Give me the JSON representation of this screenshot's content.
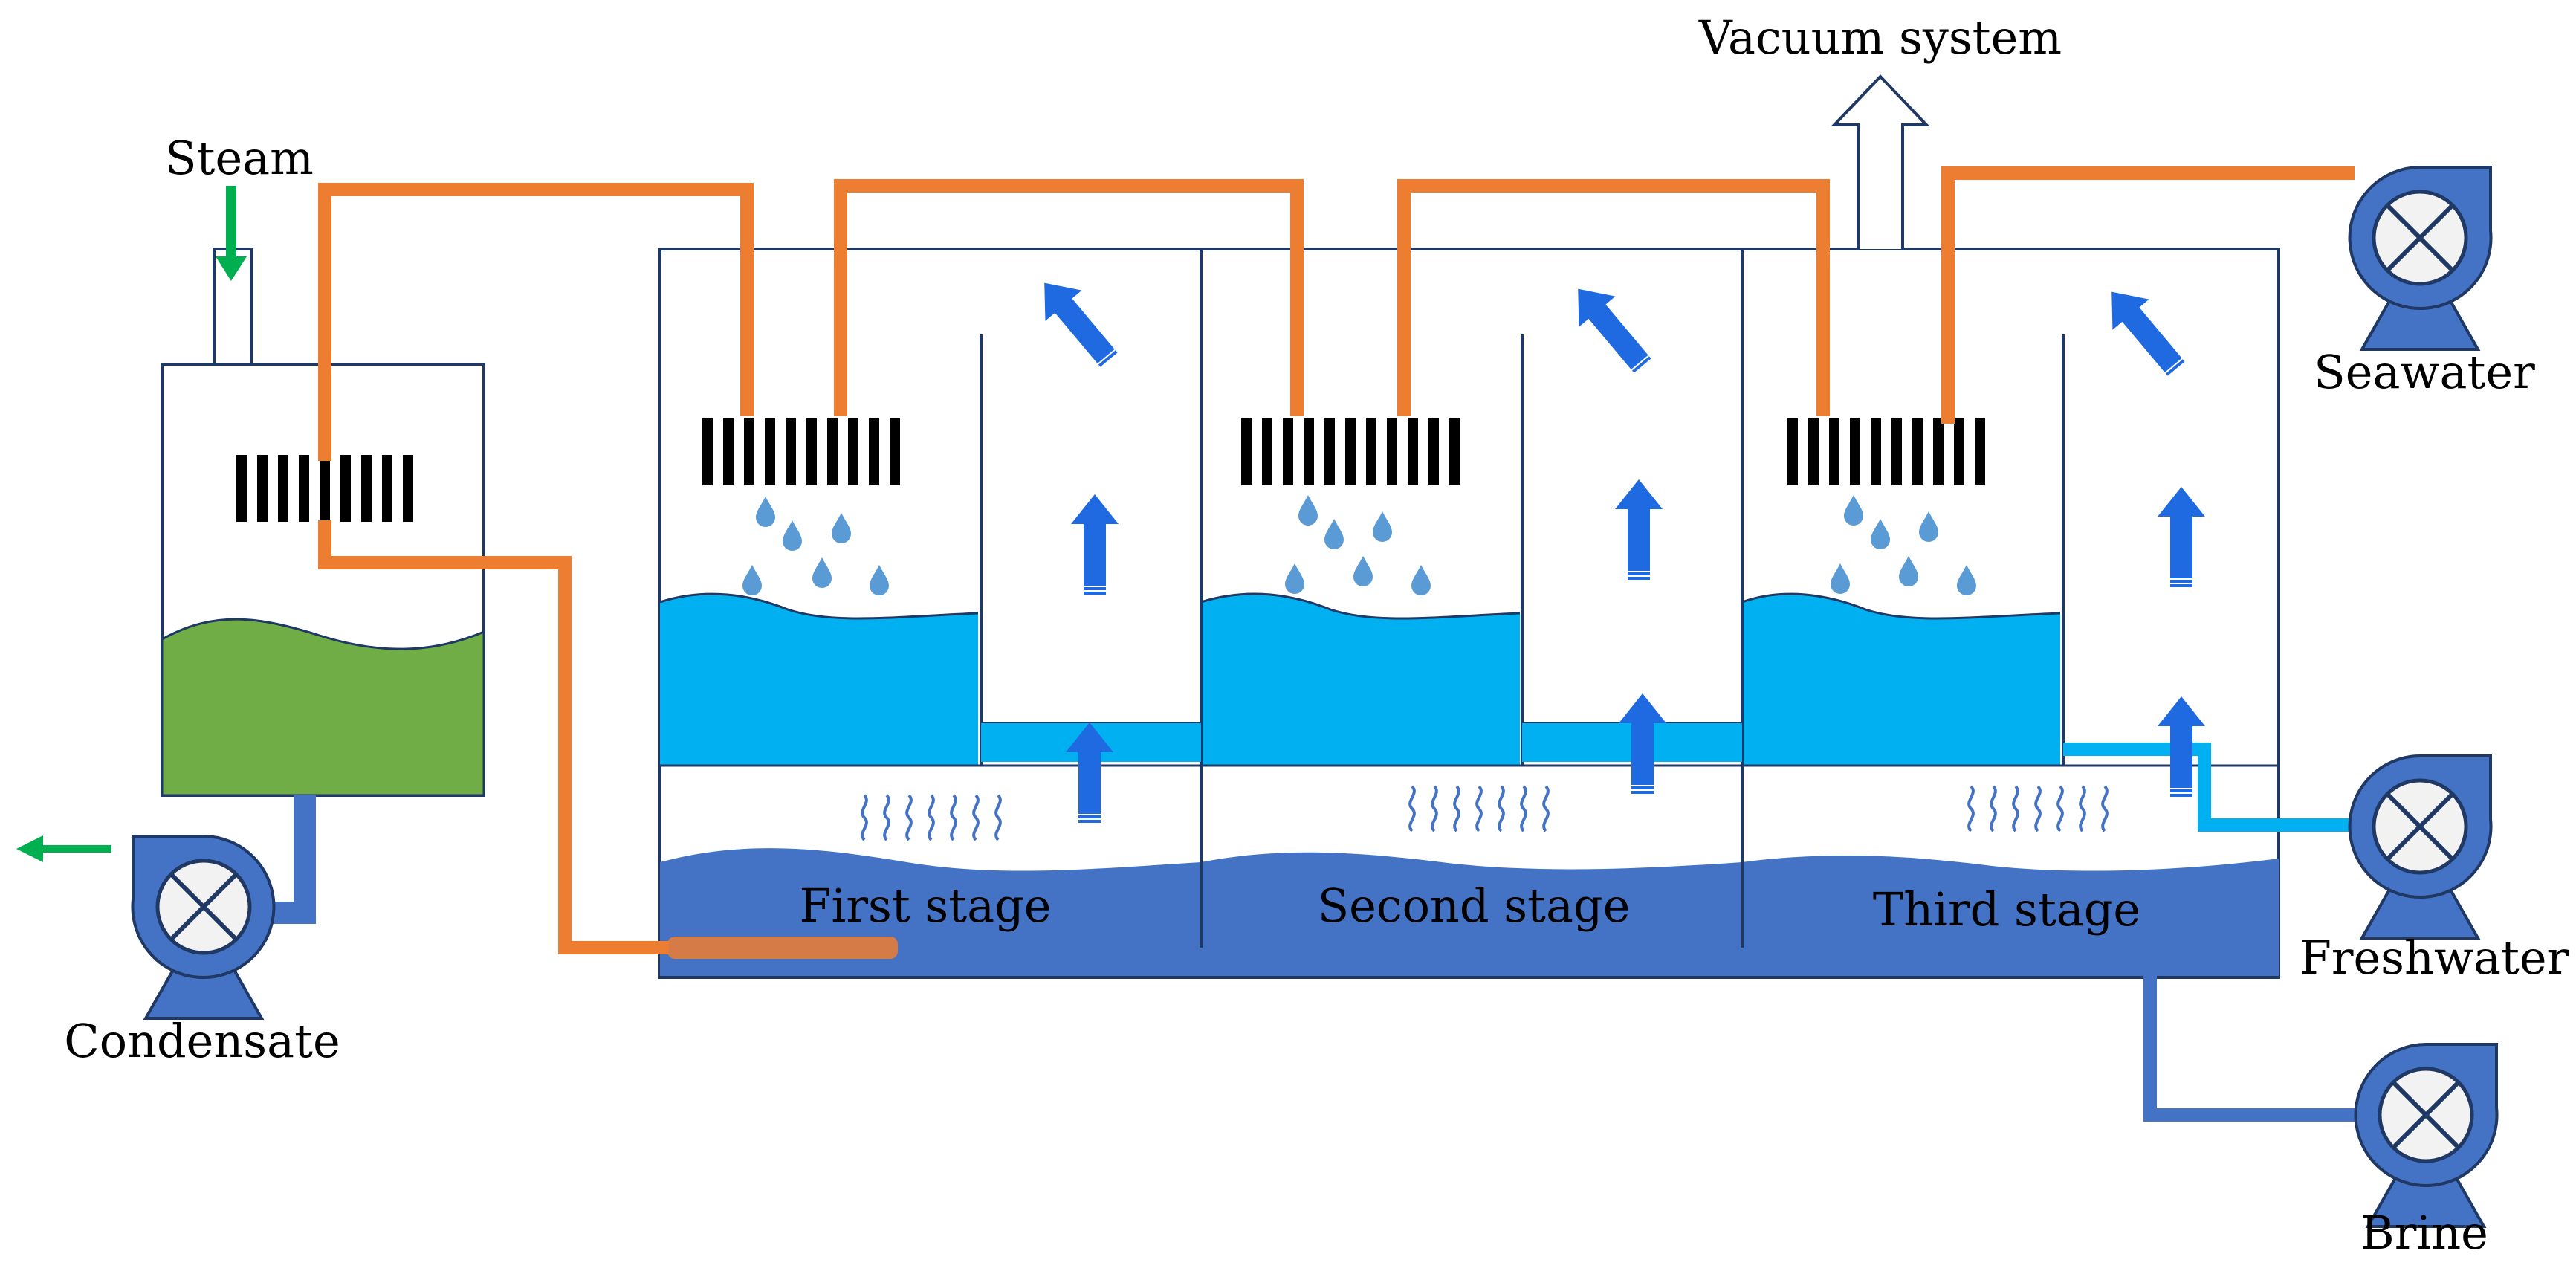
{
  "labels": {
    "vacuum_system": "Vacuum system",
    "steam": "Steam",
    "seawater": "Seawater",
    "freshwater": "Freshwater",
    "condensate": "Condensate",
    "brine": "Brine"
  },
  "stages": [
    {
      "label": "First stage"
    },
    {
      "label": "Second stage"
    },
    {
      "label": "Third stage"
    }
  ],
  "colors": {
    "heating_pipe": "#ED7D31",
    "seawater_light": "#00B0F0",
    "brine_dark": "#4472C4",
    "condensate_green": "#70AD47",
    "vapor_arrow": "#1F6AE0",
    "steam_arrow": "#00B050",
    "pump_body": "#4472C4",
    "pump_disc": "#F2F2F2",
    "outline": "#1F3864",
    "tube_bundle": "#000000"
  },
  "icons": [
    "pump-icon",
    "steam-arrow-icon",
    "vapor-arrow-icon",
    "droplet-icon",
    "heat-wave-icon",
    "tube-bundle-icon",
    "vacuum-outlet-arrow-icon"
  ]
}
